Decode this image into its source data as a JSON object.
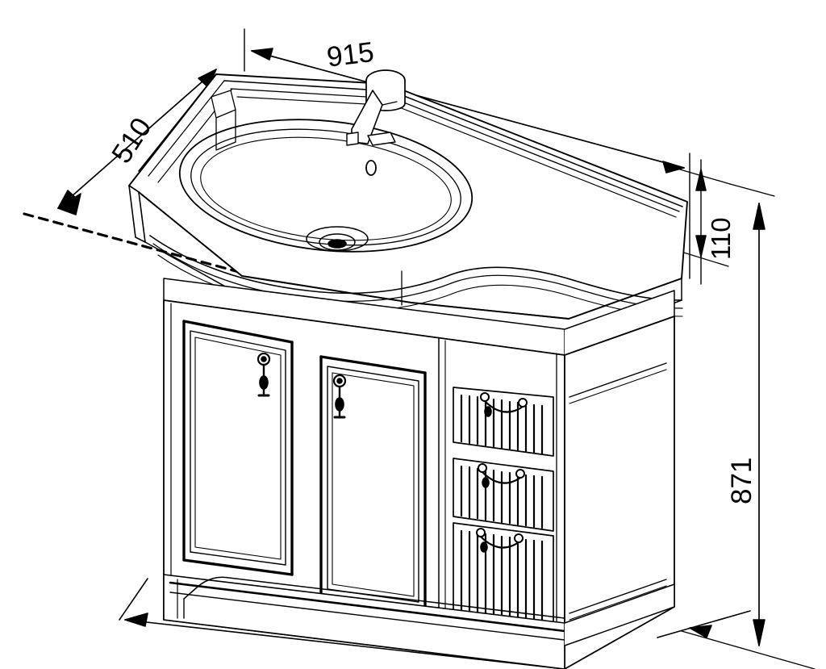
{
  "drawing": {
    "type": "technical-line-drawing",
    "subject": "bathroom vanity unit with washbasin",
    "projection": "isometric",
    "background_color": "#ffffff",
    "line_color": "#000000",
    "units": "mm"
  },
  "dimensions": {
    "width": {
      "value": "915",
      "label": "915",
      "description": "overall width of countertop/basin"
    },
    "depth": {
      "value": "510",
      "label": "510",
      "description": "overall depth of countertop/basin"
    },
    "counter_thickness": {
      "value": "110",
      "label": "110",
      "description": "countertop front thickness"
    },
    "height": {
      "value": "871",
      "label": "871",
      "description": "overall cabinet height"
    }
  },
  "components": {
    "basin": {
      "name": "washbasin",
      "shape": "oval inset bowl",
      "has_overflow": true,
      "has_drain": true
    },
    "faucet": {
      "name": "single-lever mixer tap",
      "mounted": "deck"
    },
    "cabinet": {
      "doors": [
        {
          "name": "left door",
          "panel": "raised panel",
          "handle": "drop-ring pendant pull"
        },
        {
          "name": "right door",
          "panel": "raised panel",
          "handle": "drop-ring pendant pull"
        }
      ],
      "drawers": [
        {
          "name": "top drawer",
          "front": "fluted panel",
          "handle": "bail drop handle"
        },
        {
          "name": "middle drawer",
          "front": "fluted panel",
          "handle": "bail drop handle"
        },
        {
          "name": "bottom drawer",
          "front": "fluted panel",
          "handle": "bail drop handle"
        }
      ],
      "plinth": {
        "name": "base plinth",
        "profile": "scalloped apron"
      }
    }
  }
}
